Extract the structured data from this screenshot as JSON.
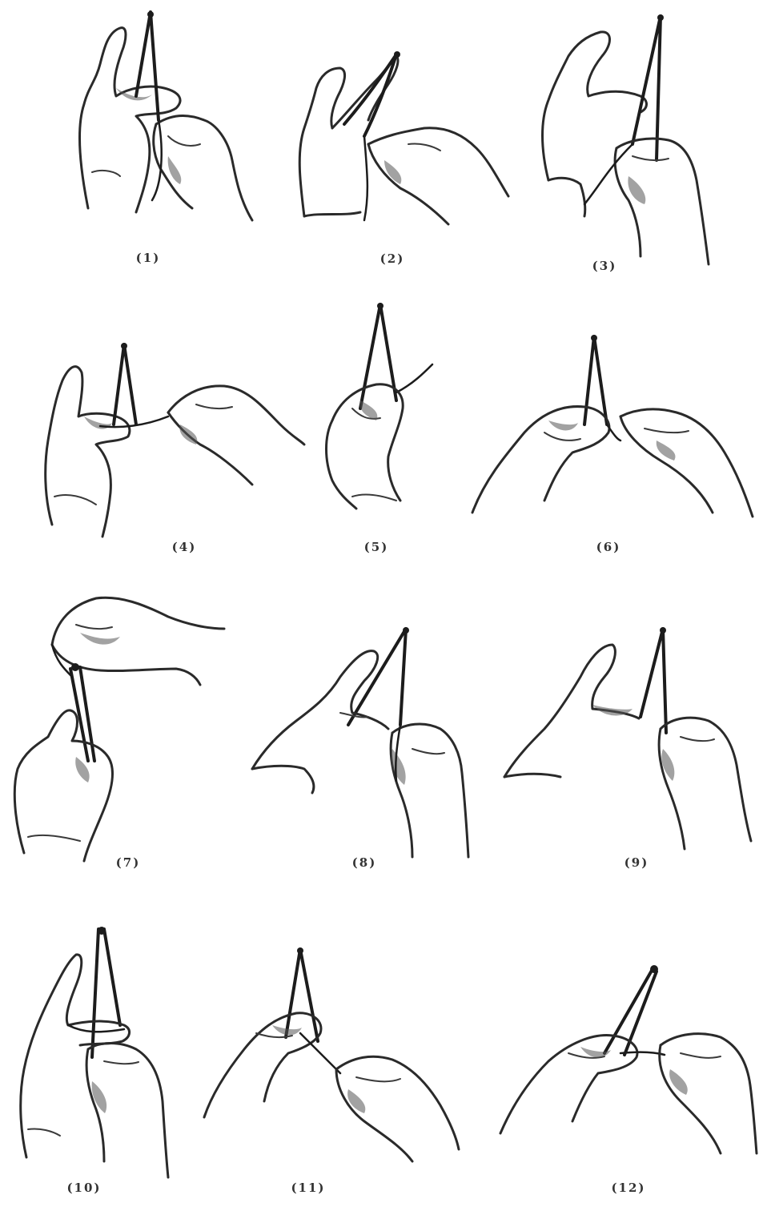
{
  "figure": {
    "panels": [
      {
        "id": 1,
        "label": "(1)"
      },
      {
        "id": 2,
        "label": "(2)"
      },
      {
        "id": 3,
        "label": "(3)"
      },
      {
        "id": 4,
        "label": "(4)"
      },
      {
        "id": 5,
        "label": "(5)"
      },
      {
        "id": 6,
        "label": "(6)"
      },
      {
        "id": 7,
        "label": "(7)"
      },
      {
        "id": 8,
        "label": "(8)"
      },
      {
        "id": 9,
        "label": "(9)"
      },
      {
        "id": 10,
        "label": "(10)"
      },
      {
        "id": 11,
        "label": "(11)"
      },
      {
        "id": 12,
        "label": "(12)"
      }
    ]
  }
}
